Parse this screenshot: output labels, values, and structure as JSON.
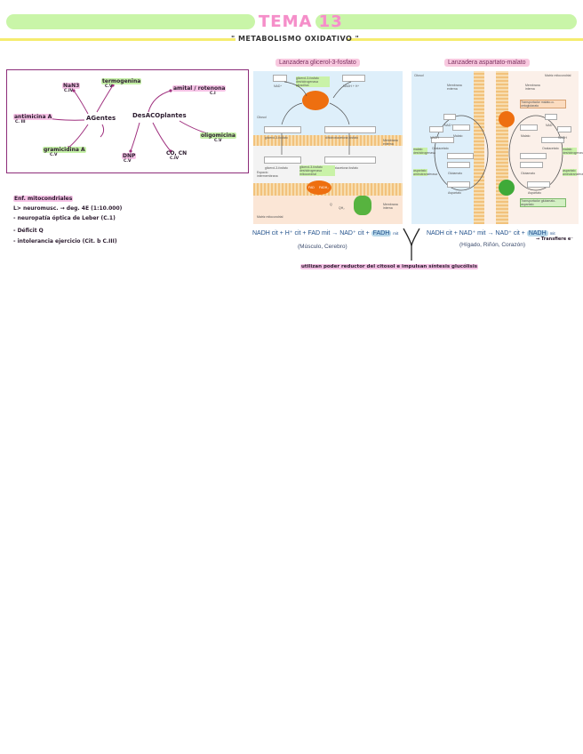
{
  "header": {
    "title": "TEMA 13",
    "subtitle": "\" METABOLISMO OXIDATIVO \""
  },
  "concept_map": {
    "agentes": "AGentes",
    "desacoplantes": "DesACOplantes",
    "nodes": [
      {
        "label": "NaN3",
        "note": "C.IV"
      },
      {
        "label": "termogenina",
        "note": "C.V"
      },
      {
        "label": "antimicina A",
        "note": "C. III"
      },
      {
        "label": "gramicidina A",
        "note": "C.V"
      },
      {
        "label": "amital / rotenona",
        "note": "C.I"
      },
      {
        "label": "oligomicina",
        "note": "C.V"
      },
      {
        "label": "DNP",
        "note": "C.V"
      },
      {
        "label": "CO, CN",
        "note": "C.IV"
      }
    ]
  },
  "notes": {
    "heading": "Enf. mitocondriales",
    "items": [
      "L> neuromusc. → deg. 4E (1:10.000)",
      "- neuropatía óptica de Leber (C.1)",
      "- Déficit Q",
      "- intolerancia ejercicio (Cit. b C.III)"
    ]
  },
  "shuttle_left": {
    "title": "Lanzadera glicerol-3-fosfato",
    "equation_lhs": "NADH cit + H⁺ cit + FAD mit → NAD⁺ cit +",
    "equation_fadh": "FADH",
    "equation_tail": "mit",
    "caption": "(Músculo, Cerebro)",
    "labels": {
      "nad": "NAD⁺",
      "nadh": "NADH + H⁺",
      "enzyme1": "glicerol-3-fosfato deshidrogenasa citosólica",
      "enzyme2": "glicerol-3-fosfato deshidrogenasa mitocondrial",
      "g3p": "glicerol-3-fosfato",
      "dhap": "dihidroxiacetona fosfato",
      "fad": "FAD",
      "fadh2": "FADH₂",
      "citosol": "Citosol",
      "membrana_ext": "Membrana externa",
      "espacio": "Espacio intermembrana",
      "membrana_int": "Membrana interna",
      "matriz": "Matriz mitocondrial",
      "q": "Q",
      "qh2": "QH₂"
    }
  },
  "shuttle_right": {
    "title": "Lanzadera aspartato-malato",
    "equation_lhs": "NADH cit + NAD⁺ mit → NAD⁺ cit +",
    "equation_nadh": "NADH",
    "equation_tail": "mit",
    "caption": "(Hígado, Riñón, Corazón)",
    "annotation": "→ Transfiere e⁻",
    "labels": {
      "citosol": "Citosol",
      "membrana_ext": "Membrana externa",
      "membrana_int": "Membrana interna",
      "matriz": "Matriz mitocondrial",
      "transportador1": "Transportador malato-α-cetoglutarato",
      "transportador2": "Transportador glutamato-aspartato",
      "malato": "Malato",
      "oxalacetato": "Oxalacetato",
      "aketo": "α-cetoglutarato",
      "glutamato": "Glutamato",
      "aspartato": "Aspartato",
      "nad": "NAD⁺",
      "nadh": "NADH",
      "enzyme_md": "malato deshidrogenasa",
      "enzyme_at": "aspartato aminotransferasa"
    }
  },
  "footer_note": "utilizan poder reductor del citosol e impulsan síntesis glucólisis",
  "colors": {
    "band": "#c9f5a8",
    "title_pink": "#f58ec9",
    "accent_yellow": "#f5ec6f",
    "map_purple": "#8d2d7a",
    "orange_enzyme": "#ee6f10",
    "green_enzyme": "#3faa38",
    "membrane": "#f0c080"
  }
}
